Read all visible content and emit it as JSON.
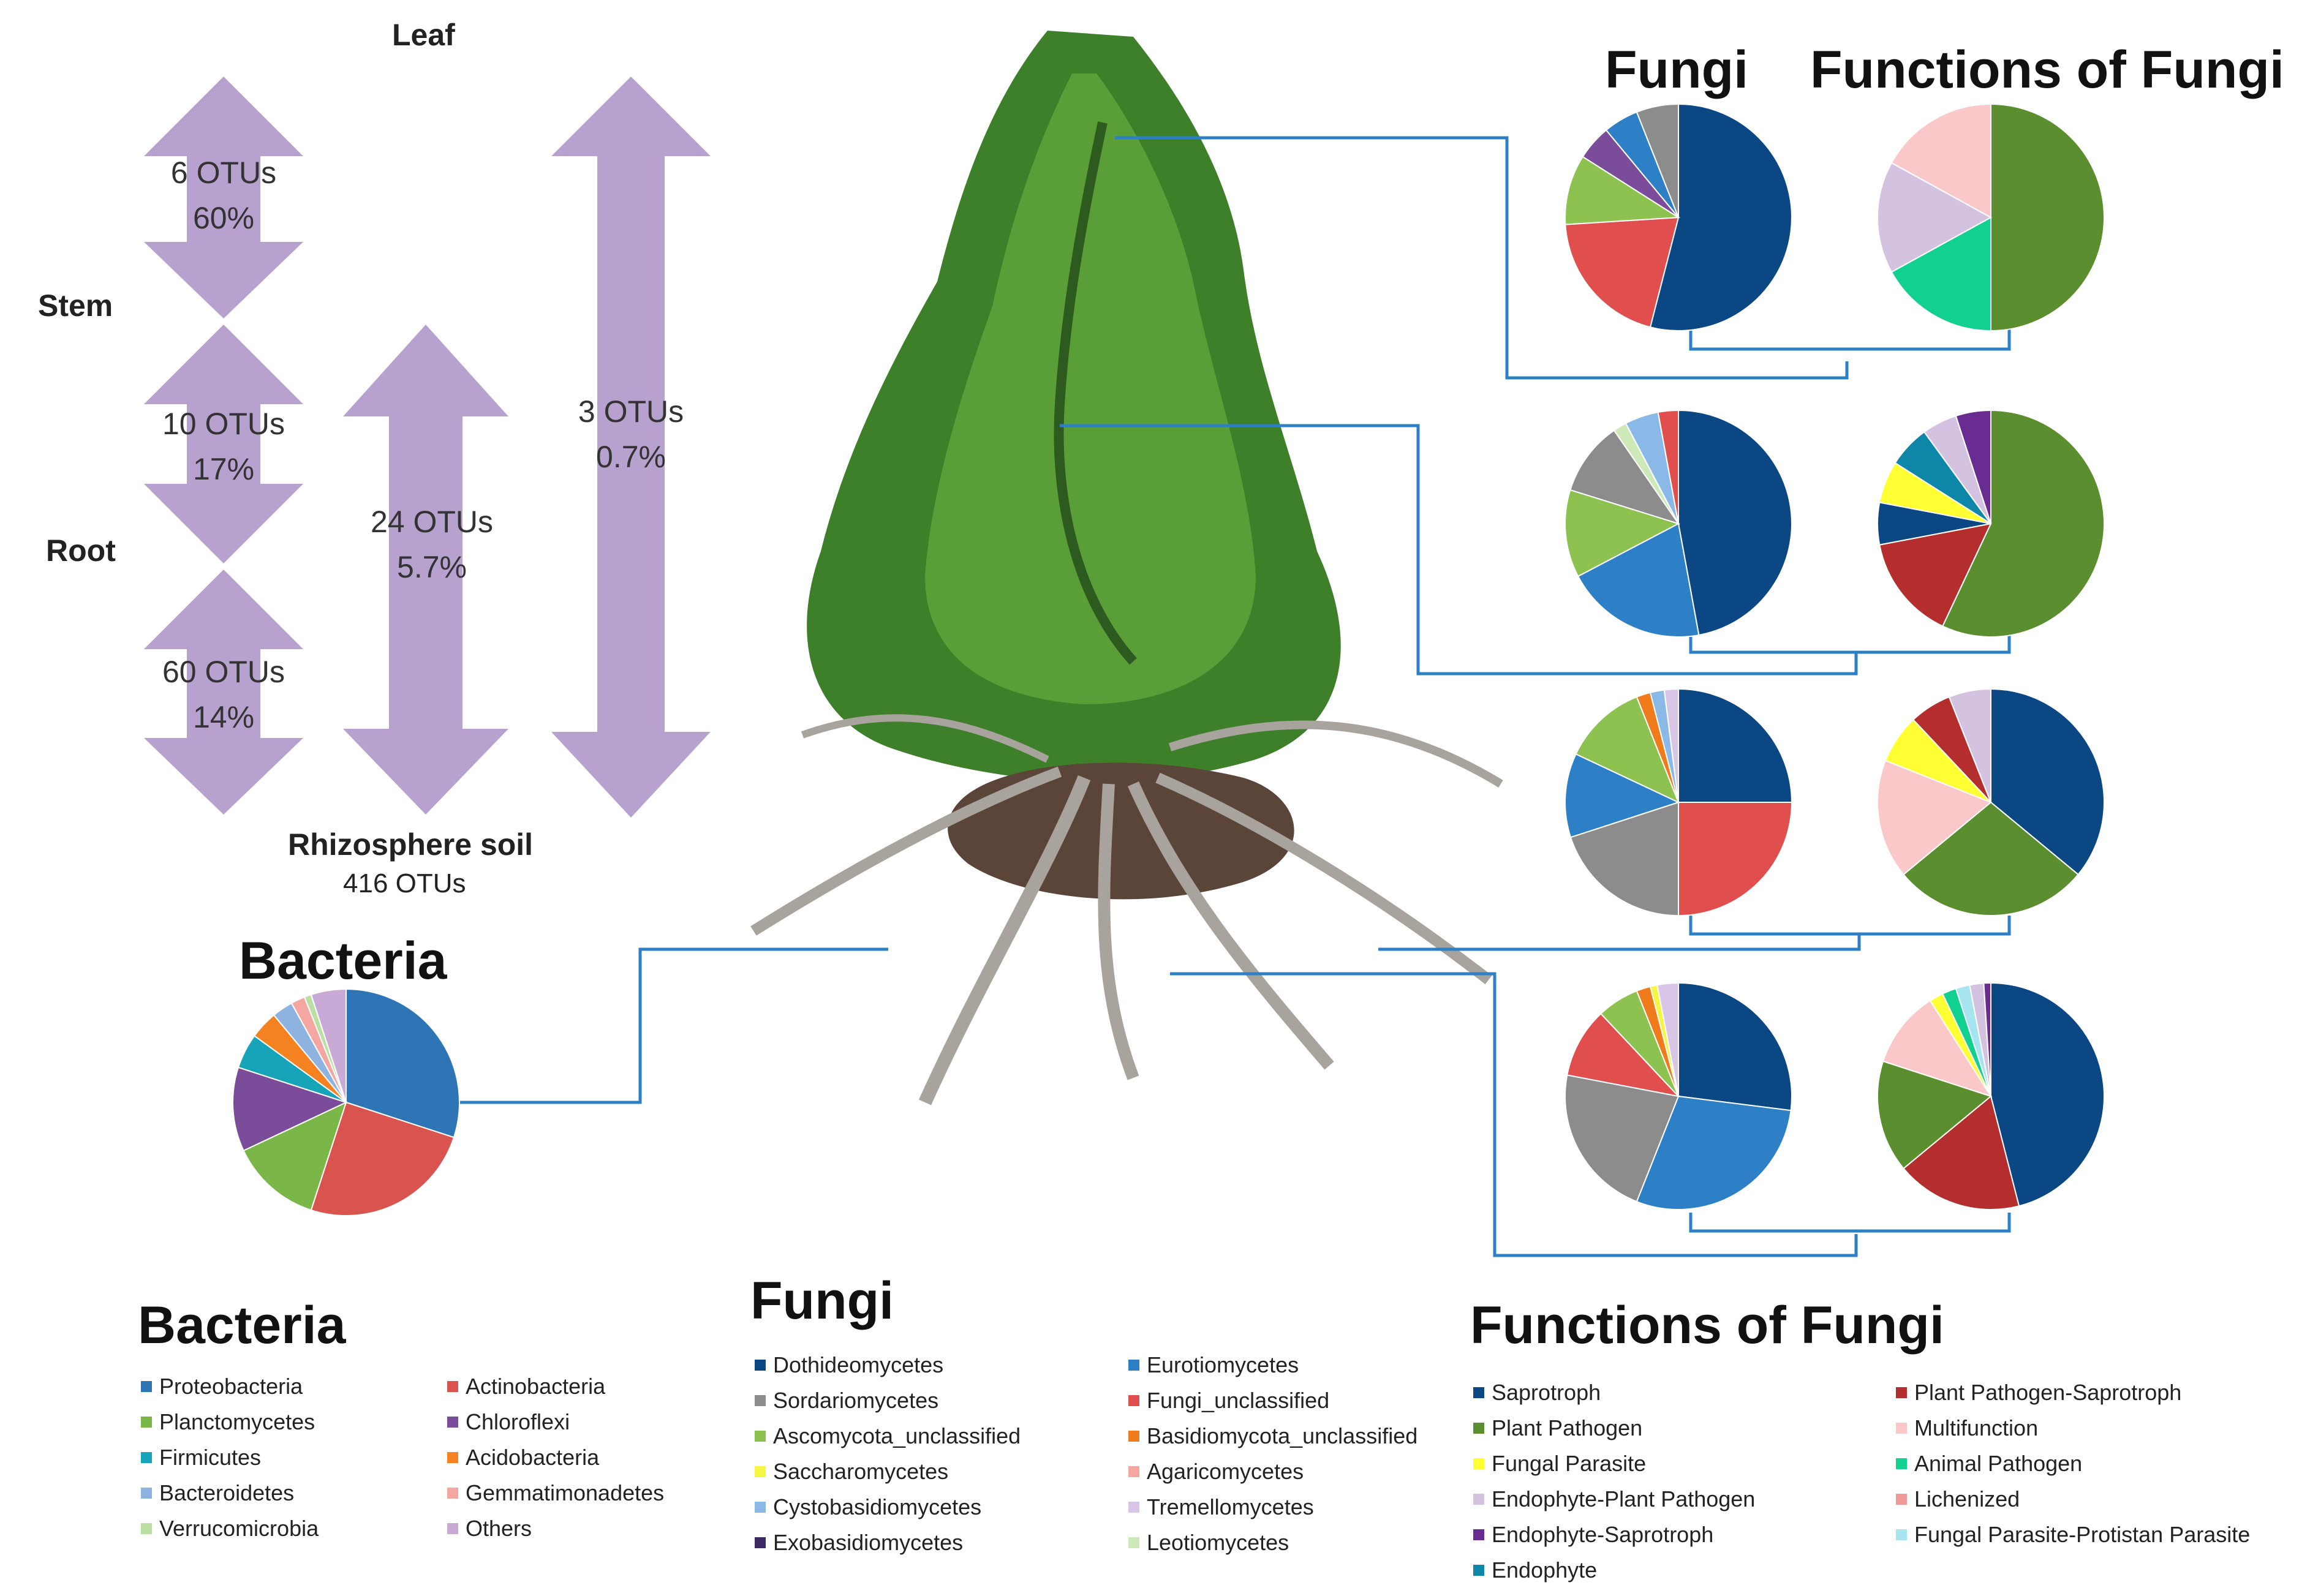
{
  "labels": {
    "leaf": "Leaf",
    "stem": "Stem",
    "root": "Root",
    "rhizosphere": "Rhizosphere soil",
    "rhizosphere_count": "416 OTUs"
  },
  "arrows": [
    {
      "otus": "6 OTUs",
      "pct": "60%"
    },
    {
      "otus": "10 OTUs",
      "pct": "17%"
    },
    {
      "otus": "60 OTUs",
      "pct": "14%"
    },
    {
      "otus": "24  OTUs",
      "pct": "5.7%"
    },
    {
      "otus": "3 OTUs",
      "pct": "0.7%"
    }
  ],
  "headers": {
    "fungi": "Fungi",
    "functions": "Functions of Fungi",
    "bacteria": "Bacteria"
  },
  "legends": {
    "bacteria": {
      "title": "Bacteria",
      "items": [
        {
          "label": "Proteobacteria",
          "color": "#2E75B6"
        },
        {
          "label": "Actinobacteria",
          "color": "#D9534F"
        },
        {
          "label": "Planctomycetes",
          "color": "#7AB648"
        },
        {
          "label": "Chloroflexi",
          "color": "#7B4C9A"
        },
        {
          "label": "Firmicutes",
          "color": "#17A3B8"
        },
        {
          "label": "Acidobacteria",
          "color": "#F58220"
        },
        {
          "label": "Bacteroidetes",
          "color": "#8FB3E0"
        },
        {
          "label": "Gemmatimonadetes",
          "color": "#F4A6A0"
        },
        {
          "label": "Verrucomicrobia",
          "color": "#B9DFA3"
        },
        {
          "label": "Others",
          "color": "#C9A9D6"
        }
      ]
    },
    "fungi": {
      "title": "Fungi",
      "items": [
        {
          "label": "Dothideomycetes",
          "color": "#0B4883"
        },
        {
          "label": "Eurotiomycetes",
          "color": "#2E80C6"
        },
        {
          "label": "Sordariomycetes",
          "color": "#8C8C8C"
        },
        {
          "label": "Fungi_unclassified",
          "color": "#E04E4E"
        },
        {
          "label": "Ascomycota_unclassified",
          "color": "#8DC150"
        },
        {
          "label": "Basidiomycota_unclassified",
          "color": "#F07B1A"
        },
        {
          "label": "Saccharomycetes",
          "color": "#F5F542"
        },
        {
          "label": "Agaricomycetes",
          "color": "#F4A6A0"
        },
        {
          "label": "Cystobasidiomycetes",
          "color": "#8AB9E8"
        },
        {
          "label": "Tremellomycetes",
          "color": "#D9C6E6"
        },
        {
          "label": "Exobasidiomycetes",
          "color": "#3C2863"
        },
        {
          "label": "Leotiomycetes",
          "color": "#CDE9B8"
        }
      ]
    },
    "functions": {
      "title": "Functions of Fungi",
      "items": [
        {
          "label": "Saprotroph",
          "color": "#0B4883"
        },
        {
          "label": "Plant Pathogen-Saprotroph",
          "color": "#B52E2E"
        },
        {
          "label": "Plant Pathogen",
          "color": "#5B8E2E"
        },
        {
          "label": "Multifunction",
          "color": "#FAC8C8"
        },
        {
          "label": "Fungal Parasite",
          "color": "#FFFF33"
        },
        {
          "label": "Animal Pathogen",
          "color": "#12D090"
        },
        {
          "label": "Endophyte-Plant Pathogen",
          "color": "#D3C2E0"
        },
        {
          "label": "Lichenized",
          "color": "#F29A9A"
        },
        {
          "label": "Endophyte-Saprotroph",
          "color": "#6A2C91"
        },
        {
          "label": "Fungal Parasite-Protistan Parasite",
          "color": "#A6E4F0"
        },
        {
          "label": "Endophyte",
          "color": "#0E86A8"
        }
      ]
    }
  },
  "chart_data": [
    {
      "type": "pie",
      "title": "Bacteria",
      "values": [
        30,
        25,
        13,
        12,
        5,
        4,
        3,
        2,
        1,
        5
      ],
      "colors": [
        "#2E75B6",
        "#D9534F",
        "#7AB648",
        "#7B4C9A",
        "#17A3B8",
        "#F58220",
        "#8FB3E0",
        "#F4A6A0",
        "#B9DFA3",
        "#C9A9D6"
      ]
    },
    {
      "type": "pie",
      "title": "Fungi",
      "values": [
        54,
        20,
        10,
        5,
        5,
        6
      ],
      "colors": [
        "#0B4883",
        "#E04E4E",
        "#8DC150",
        "#7B4C9A",
        "#2E80C6",
        "#8C8C8C"
      ]
    },
    {
      "type": "pie",
      "title": "Functions of Fungi",
      "values": [
        50,
        17,
        16,
        17
      ],
      "colors": [
        "#5B8E2E",
        "#12D090",
        "#D3C2E0",
        "#FAC8C8"
      ]
    },
    {
      "type": "pie",
      "title": "Fungi",
      "values": [
        49,
        21,
        13,
        11,
        2,
        5,
        3
      ],
      "colors": [
        "#0B4883",
        "#2E80C6",
        "#8DC150",
        "#8C8C8C",
        "#CDE9B8",
        "#8AB9E8",
        "#E04E4E"
      ]
    },
    {
      "type": "pie",
      "title": "Functions of Fungi",
      "values": [
        57,
        15,
        6,
        6,
        6,
        5,
        5
      ],
      "colors": [
        "#5B8E2E",
        "#B52E2E",
        "#0B4883",
        "#FFFF33",
        "#0E86A8",
        "#D3C2E0",
        "#6A2C91"
      ]
    },
    {
      "type": "pie",
      "title": "Fungi",
      "values": [
        25,
        25,
        20,
        12,
        12,
        2,
        2,
        2
      ],
      "colors": [
        "#0B4883",
        "#E04E4E",
        "#8C8C8C",
        "#2E80C6",
        "#8DC150",
        "#F07B1A",
        "#8AB9E8",
        "#D9C6E6"
      ]
    },
    {
      "type": "pie",
      "title": "Functions of Fungi",
      "values": [
        36,
        28,
        17,
        7,
        6,
        6
      ],
      "colors": [
        "#0B4883",
        "#5B8E2E",
        "#FAC8C8",
        "#FFFF33",
        "#B52E2E",
        "#D3C2E0"
      ]
    },
    {
      "type": "pie",
      "title": "Fungi",
      "values": [
        27,
        29,
        22,
        10,
        6,
        2,
        1,
        3
      ],
      "colors": [
        "#0B4883",
        "#2E80C6",
        "#8C8C8C",
        "#E04E4E",
        "#8DC150",
        "#F07B1A",
        "#F5F542",
        "#D9C6E6"
      ]
    },
    {
      "type": "pie",
      "title": "Functions of Fungi",
      "values": [
        46,
        18,
        16,
        11,
        2,
        2,
        2,
        2,
        1
      ],
      "colors": [
        "#0B4883",
        "#B52E2E",
        "#5B8E2E",
        "#FAC8C8",
        "#FFFF33",
        "#12D090",
        "#A6E4F0",
        "#D3C2E0",
        "#6A2C91"
      ]
    }
  ]
}
